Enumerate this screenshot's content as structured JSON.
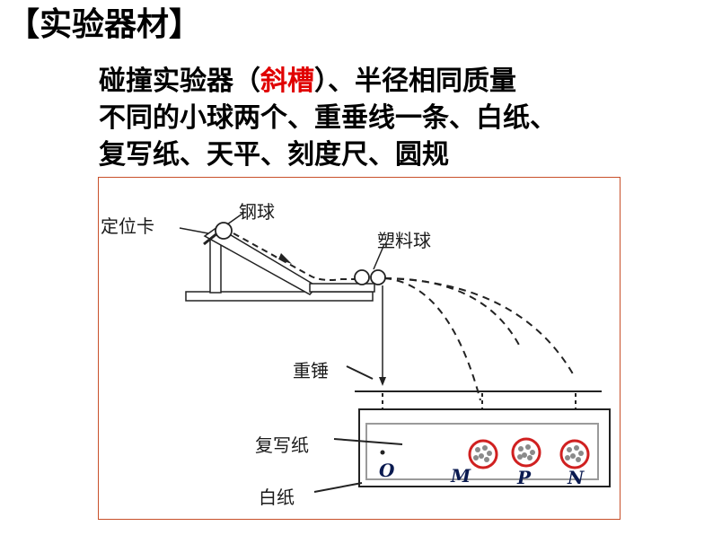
{
  "heading": "【实验器材】",
  "body": {
    "line1_a": "碰撞实验器（",
    "line1_hl": "斜槽",
    "line1_b": "）、半径相同质量",
    "line2": "不同的小球两个、重垂线一条、白纸、",
    "line3": "复写纸、天平、刻度尺、圆规"
  },
  "figure": {
    "labels": {
      "locator": "定位卡",
      "steel_ball": "钢球",
      "plastic_ball": "塑料球",
      "plumb": "重锤",
      "carbon_paper": "复写纸",
      "white_paper": "白纸"
    },
    "points": {
      "o": "O",
      "m": "M",
      "p": "P",
      "n": "N"
    }
  },
  "colors": {
    "highlight": "#e00000",
    "frame": "#c8502a",
    "circle": "#d02020",
    "point_label": "#0a1a50"
  }
}
